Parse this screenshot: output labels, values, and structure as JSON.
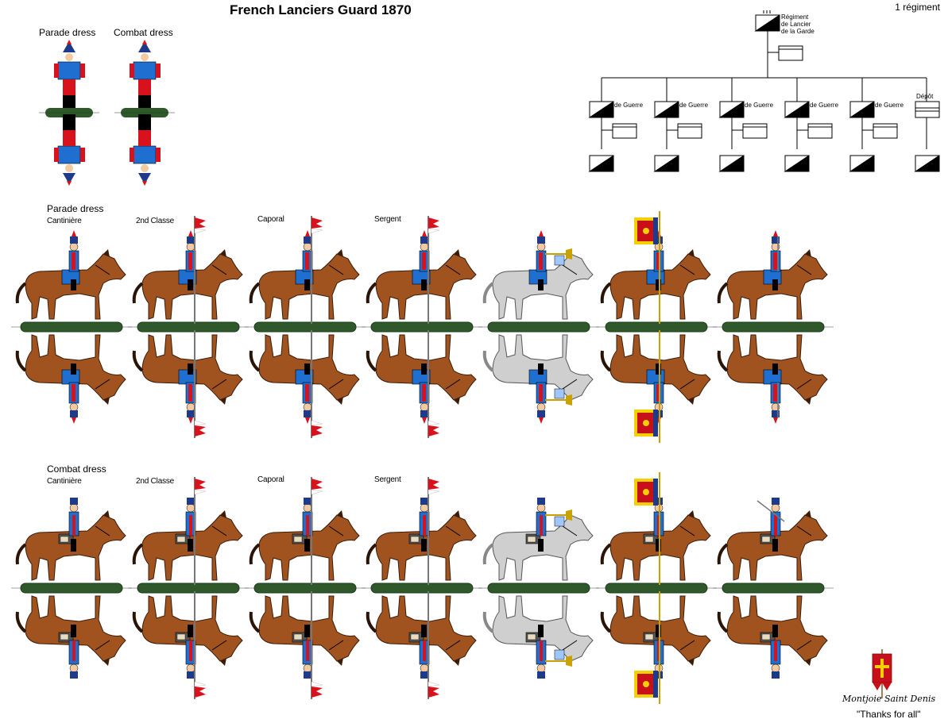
{
  "title": "French Lanciers Guard 1870",
  "corner_label": "1 régiment",
  "foot": {
    "parade_label": "Parade dress",
    "combat_label": "Combat dress"
  },
  "org_chart": {
    "hq_lines": [
      "Régiment",
      "de Lancier",
      "de la Garde"
    ],
    "squadron_label": "de Guerre",
    "depot_label": "Dépôt"
  },
  "sections": [
    {
      "heading": "Parade dress",
      "labels": [
        "Cantinière",
        "2nd Classe",
        "Caporal",
        "Sergent"
      ]
    },
    {
      "heading": "Combat dress",
      "labels": [
        "Cantinière",
        "2nd Classe",
        "Caporal",
        "Sergent"
      ]
    }
  ],
  "credit": {
    "signature": "Montjoie Saint Denis",
    "thanks": "\"Thanks for all\""
  },
  "colors": {
    "base_green": "#2e5a2a",
    "horse_brown": "#a0521f",
    "horse_grey": "#cfcfcf",
    "uniform_blue": "#1e6fd0",
    "facing_red": "#d8121c",
    "flag_red": "#c8101a",
    "flag_gold": "#f5d000"
  }
}
